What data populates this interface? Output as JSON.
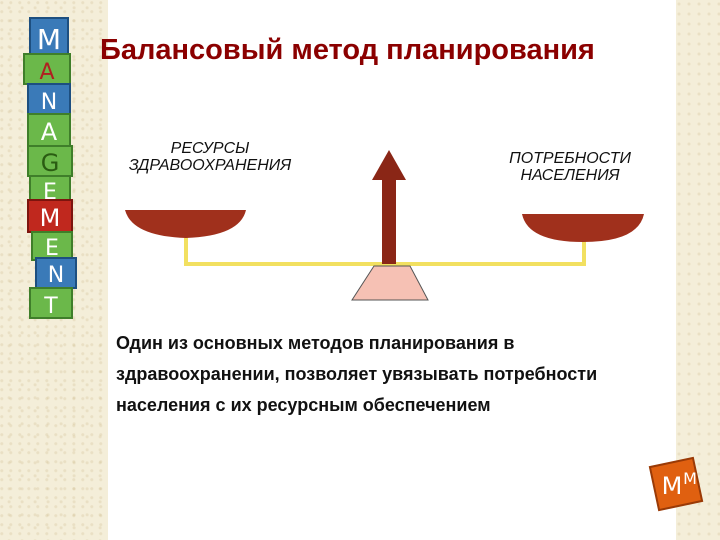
{
  "slide": {
    "title": "Балансовый метод планирования",
    "left_pan_label": "РЕСУРСЫ ЗДРАВООХРАНЕНИЯ",
    "right_pan_label": "ПОТРЕБНОСТИ НАСЕЛЕНИЯ",
    "description": "Один из основных методов планирования в здравоохранении, позволяет увязывать потребности населения с их ресурсным обеспечением"
  },
  "decor": {
    "blocks_letters": [
      "M",
      "A",
      "N",
      "A",
      "G",
      "E",
      "M",
      "E",
      "N",
      "T"
    ],
    "corner_block_letters": [
      "M",
      "M"
    ]
  },
  "colors": {
    "title": "#8b0000",
    "pan": "#a0301c",
    "beam": "#f2e060",
    "fulcrum_fill": "#f6c1b4",
    "arrow": "#8a2616"
  }
}
